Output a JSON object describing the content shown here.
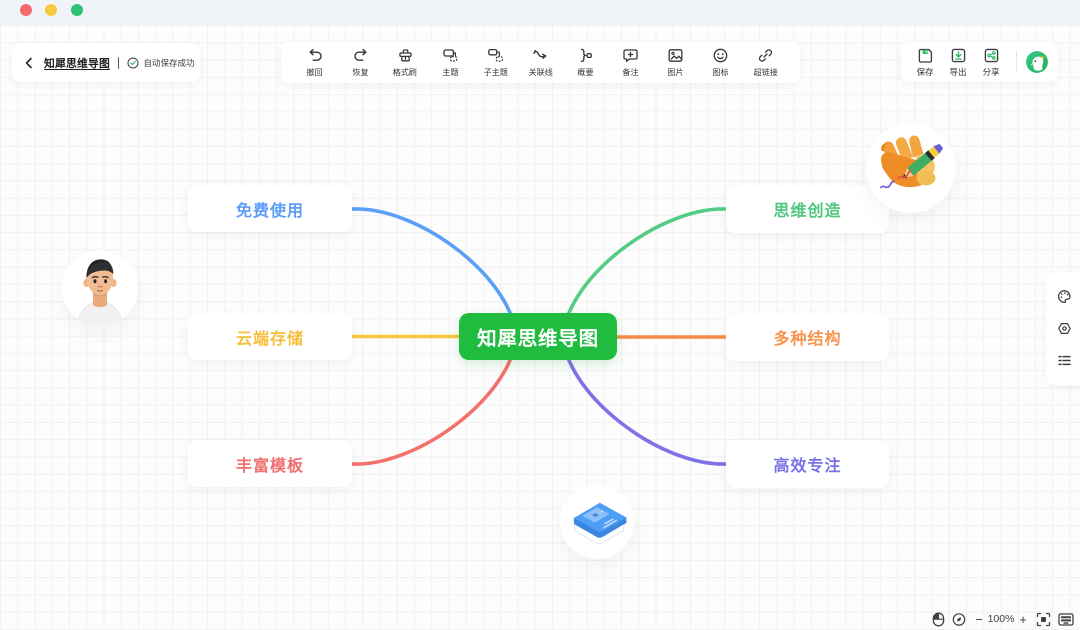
{
  "window": {
    "titlebar_color": "#f0f4f8",
    "traffic_lights": {
      "close": "#f4696a",
      "minimize": "#f8c83e",
      "zoom": "#2ec273"
    }
  },
  "doc_panel": {
    "back_icon": "chevron-left",
    "title": "知犀思维导图",
    "autosave_status": "自动保存成功",
    "autosave_icon": "check-circle"
  },
  "toolbar": {
    "items": [
      {
        "id": "undo",
        "icon": "undo-arrow-icon",
        "label": "撤回"
      },
      {
        "id": "redo",
        "icon": "redo-arrow-icon",
        "label": "恢复"
      },
      {
        "id": "format-painter",
        "icon": "brush-icon",
        "label": "格式刷"
      },
      {
        "id": "topic",
        "icon": "topic-node-icon",
        "label": "主题"
      },
      {
        "id": "subtopic",
        "icon": "subtopic-node-icon",
        "label": "子主题"
      },
      {
        "id": "relation-line",
        "icon": "curve-arrow-icon",
        "label": "关联线"
      },
      {
        "id": "summary",
        "icon": "brace-icon",
        "label": "概要"
      },
      {
        "id": "note",
        "icon": "comment-plus-icon",
        "label": "备注"
      },
      {
        "id": "image",
        "icon": "picture-icon",
        "label": "图片"
      },
      {
        "id": "icon",
        "icon": "smiley-icon",
        "label": "图标"
      },
      {
        "id": "hyperlink",
        "icon": "link-icon",
        "label": "超链接"
      }
    ]
  },
  "account_panel": {
    "actions": [
      {
        "id": "save",
        "icon": "floppy-icon",
        "label": "保存"
      },
      {
        "id": "export",
        "icon": "download-box-icon",
        "label": "导出"
      },
      {
        "id": "share",
        "icon": "share-box-icon",
        "label": "分享"
      }
    ],
    "avatar": "zhixi-rhino-logo",
    "accent": "#2bbe63"
  },
  "side_panel": {
    "items": [
      {
        "id": "style",
        "icon": "palette-icon"
      },
      {
        "id": "settings",
        "icon": "hex-gear-icon"
      },
      {
        "id": "outline",
        "icon": "list-icon"
      }
    ]
  },
  "zoom_controls": {
    "items": [
      {
        "id": "mouse-mode",
        "icon": "mouse-icon"
      },
      {
        "id": "locate",
        "icon": "compass-icon"
      }
    ],
    "zoom_out": "−",
    "zoom_level": "100%",
    "zoom_in": "+",
    "fit": "focus-frame-icon",
    "minimap": "minimap-icon"
  },
  "mindmap": {
    "root": {
      "text": "知犀思维导图",
      "bg": "#1fbc3f",
      "color": "#ffffff"
    },
    "children_left": [
      {
        "text": "免费使用",
        "color": "#5b9df7"
      },
      {
        "text": "云端存储",
        "color": "#f6be39"
      },
      {
        "text": "丰富模板",
        "color": "#f26e6e"
      }
    ],
    "children_right": [
      {
        "text": "思维创造",
        "color": "#4fc67d"
      },
      {
        "text": "多种结构",
        "color": "#f7944e"
      },
      {
        "text": "高效专注",
        "color": "#7a70e8"
      }
    ],
    "edges": [
      {
        "to": "免费使用",
        "color": "#5ba0f8"
      },
      {
        "to": "云端存储",
        "color": "#f8c63e"
      },
      {
        "to": "丰富模板",
        "color": "#f4716b"
      },
      {
        "to": "思维创造",
        "color": "#55cc84"
      },
      {
        "to": "多种结构",
        "color": "#f88a4a"
      },
      {
        "to": "高效专注",
        "color": "#7f72e8"
      }
    ]
  },
  "decorations": [
    {
      "name": "person-avatar"
    },
    {
      "name": "hand-holding-pencil"
    },
    {
      "name": "blue-book"
    }
  ]
}
